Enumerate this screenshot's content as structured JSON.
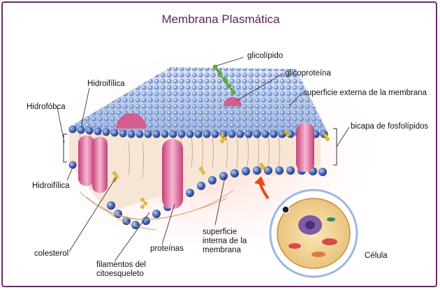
{
  "title": "Membrana Plasmática",
  "labels": {
    "glicolipido": "glicolípido",
    "glicoproteina": "glicoproteína",
    "superficie_externa": "superficie externa de la membrana",
    "bicapa": "bicapa de fosfolípidos",
    "hidrofilica_top": "Hidroifílica",
    "hidrofobca": "Hidrofóbca",
    "hidrofilica_bottom": "Hidroifílica",
    "colesterol": "colesterol",
    "filamentos_1": "filamentos del",
    "filamentos_2": "citoesqueleto",
    "proteinas": "proteínas",
    "superficie_interna_1": "superficie",
    "superficie_interna_2": "interna de la",
    "superficie_interna_3": "membrana",
    "celula": "Célula"
  },
  "colors": {
    "title": "#5a1f5e",
    "border": "#6a2b6f",
    "phospholipid_head": "#3d5fae",
    "protein": "#e07aa6",
    "cholesterol": "#f2c21b",
    "glycolipid_chain": "#5fae2e"
  }
}
